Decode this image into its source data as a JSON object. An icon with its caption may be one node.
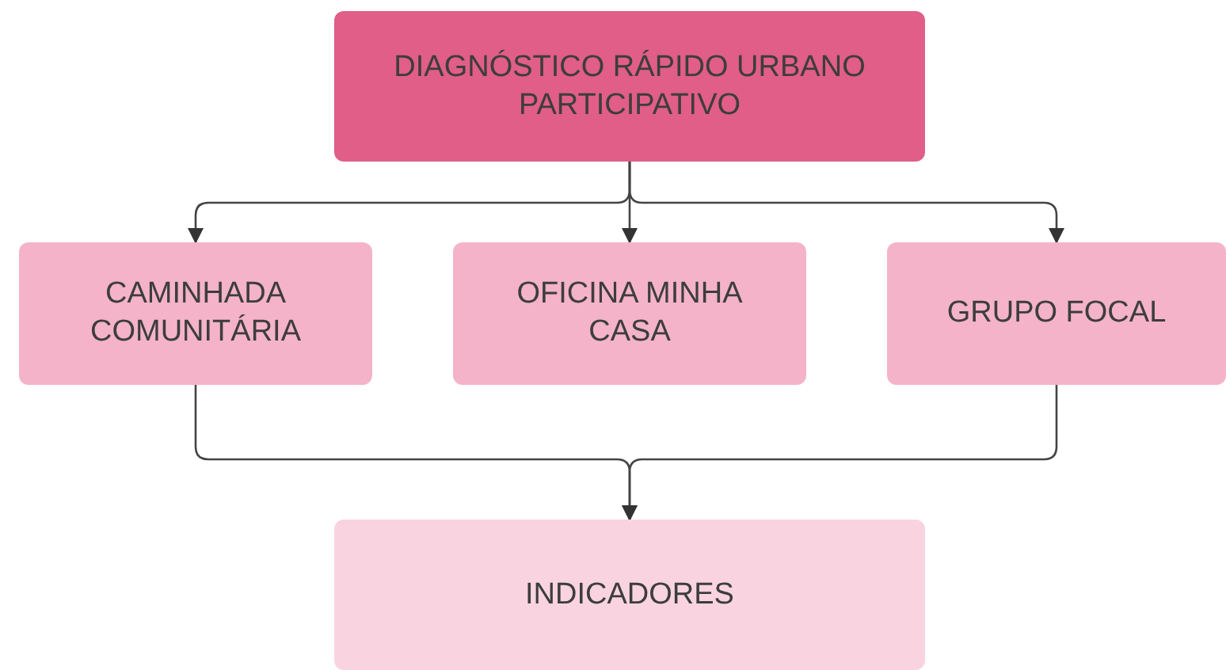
{
  "diagram": {
    "nodes": [
      {
        "text": [
          "DIAGNÓSTICO RÁPIDO URBANO PARTICIPATIVO"
        ]
      },
      {
        "text": [
          "CAMINHADA COMUNITÁRIA"
        ]
      },
      {
        "text": [
          "OFICINA MINHA CASA"
        ]
      },
      {
        "text": [
          "GRUPO FOCAL"
        ]
      },
      {
        "text": [
          "INDICADORES"
        ]
      }
    ],
    "edges": [
      {
        "from": 0,
        "to": 1,
        "arrow": "to"
      },
      {
        "from": 0,
        "to": 2,
        "arrow": "to"
      },
      {
        "from": 0,
        "to": 3,
        "arrow": "to"
      },
      {
        "from": 1,
        "to": 4,
        "arrow": "to"
      },
      {
        "from": 3,
        "to": 4,
        "arrow": "to"
      }
    ]
  }
}
